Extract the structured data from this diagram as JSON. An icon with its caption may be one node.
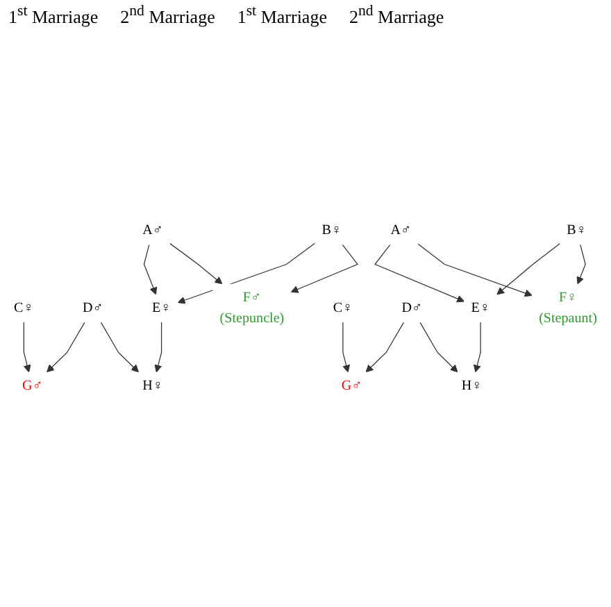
{
  "diagram": {
    "nodes": [
      {
        "text": [
          "A♂"
        ]
      },
      {
        "text": [
          "B♀"
        ]
      },
      {
        "text": [
          "C♀"
        ]
      },
      {
        "text": [
          "D♂"
        ]
      },
      {
        "text": [
          "E♀"
        ]
      },
      {
        "text": [
          "F♂",
          "(Stepuncle)"
        ]
      },
      {
        "text": [
          "G♂"
        ]
      },
      {
        "text": [
          "H♀"
        ]
      },
      {
        "text": [
          "A♂"
        ]
      },
      {
        "text": [
          "B♀"
        ]
      },
      {
        "text": [
          "C♀"
        ]
      },
      {
        "text": [
          "D♂"
        ]
      },
      {
        "text": [
          "E♀"
        ]
      },
      {
        "text": [
          "F♀",
          "(Stepaunt)"
        ]
      },
      {
        "text": [
          "G♂"
        ]
      },
      {
        "text": [
          "H♀"
        ]
      }
    ],
    "edges": [
      {
        "from": 0,
        "to": 4,
        "arrow": "to"
      },
      {
        "from": 0,
        "to": 5,
        "arrow": "to"
      },
      {
        "from": 1,
        "to": 4,
        "arrow": "to"
      },
      {
        "from": 1,
        "to": 5,
        "arrow": "to"
      },
      {
        "from": 2,
        "to": 6,
        "arrow": "to"
      },
      {
        "from": 3,
        "to": 6,
        "arrow": "to"
      },
      {
        "from": 3,
        "to": 7,
        "arrow": "to"
      },
      {
        "from": 4,
        "to": 7,
        "arrow": "to"
      },
      {
        "from": 8,
        "to": 12,
        "arrow": "to"
      },
      {
        "from": 8,
        "to": 13,
        "arrow": "to"
      },
      {
        "from": 9,
        "to": 12,
        "arrow": "to"
      },
      {
        "from": 9,
        "to": 13,
        "arrow": "to"
      },
      {
        "from": 10,
        "to": 14,
        "arrow": "to"
      },
      {
        "from": 11,
        "to": 14,
        "arrow": "to"
      },
      {
        "from": 11,
        "to": 15,
        "arrow": "to"
      },
      {
        "from": 12,
        "to": 15,
        "arrow": "to"
      }
    ],
    "labels": [
      "1$^{st}$ Marriage",
      "2$^{nd}$ Marriage",
      "1$^{st}$ Marriage",
      "2$^{nd}$ Marriage"
    ]
  }
}
